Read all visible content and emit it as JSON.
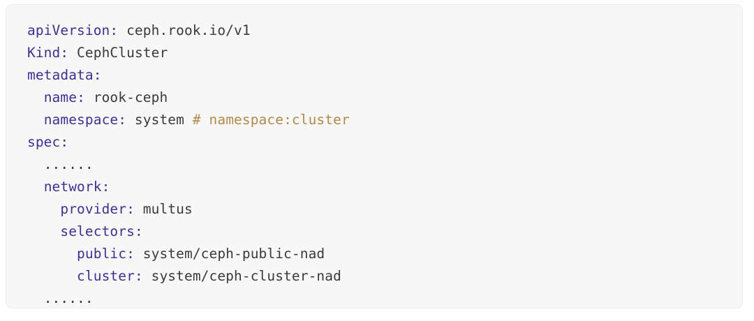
{
  "card": {
    "background": "#f7f7f8",
    "border_color": "#ececee",
    "language": "yaml"
  },
  "colors": {
    "key": "#3f3091",
    "value": "#3a3a3a",
    "comment": "#b18a49",
    "ellipsis": "#2f2f2f"
  },
  "code": {
    "lines": [
      {
        "indent": "",
        "key": "apiVersion",
        "colon": ":",
        "value": " ceph.rook.io/v1",
        "comment": ""
      },
      {
        "indent": "",
        "key": "Kind",
        "colon": ":",
        "value": " CephCluster",
        "comment": ""
      },
      {
        "indent": "",
        "key": "metadata",
        "colon": ":",
        "value": "",
        "comment": ""
      },
      {
        "indent": "  ",
        "key": "name",
        "colon": ":",
        "value": " rook-ceph",
        "comment": ""
      },
      {
        "indent": "  ",
        "key": "namespace",
        "colon": ":",
        "value": " system ",
        "comment": "# namespace:cluster"
      },
      {
        "indent": "",
        "key": "spec",
        "colon": ":",
        "value": "",
        "comment": ""
      },
      {
        "indent": "  ",
        "key": "",
        "colon": "",
        "value": "",
        "comment": "",
        "ellipsis": "......"
      },
      {
        "indent": "  ",
        "key": "network",
        "colon": ":",
        "value": "",
        "comment": ""
      },
      {
        "indent": "    ",
        "key": "provider",
        "colon": ":",
        "value": " multus",
        "comment": ""
      },
      {
        "indent": "    ",
        "key": "selectors",
        "colon": ":",
        "value": "",
        "comment": ""
      },
      {
        "indent": "      ",
        "key": "public",
        "colon": ":",
        "value": " system/ceph-public-nad",
        "comment": ""
      },
      {
        "indent": "      ",
        "key": "cluster",
        "colon": ":",
        "value": " system/ceph-cluster-nad",
        "comment": ""
      },
      {
        "indent": "  ",
        "key": "",
        "colon": "",
        "value": "",
        "comment": "",
        "ellipsis": "......"
      }
    ]
  }
}
